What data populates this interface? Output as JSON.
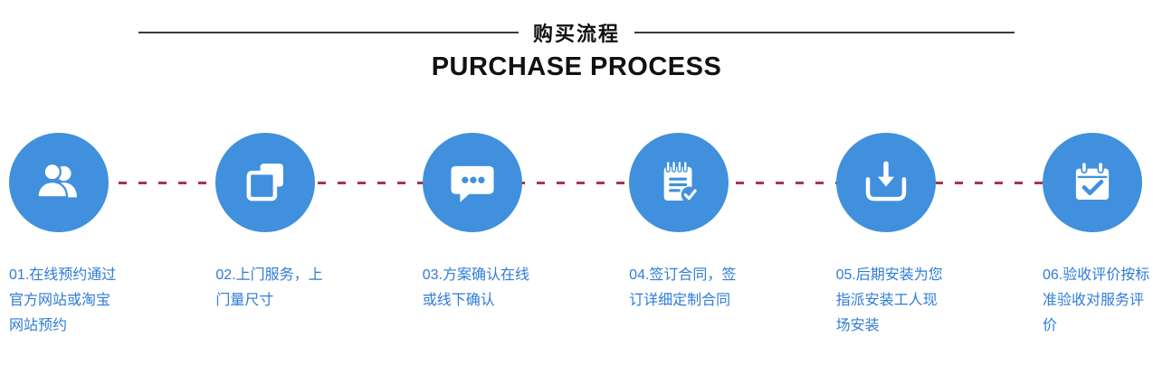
{
  "header": {
    "title_zh": "购买流程",
    "title_en": "PURCHASE PROCESS"
  },
  "colors": {
    "circle_blue": "#4090dd",
    "step_text_blue": "#2f7cd8",
    "connector_red": "#a8334a",
    "title_black": "#111111",
    "divider_gray": "#3a3a3a"
  },
  "steps": [
    {
      "icon": "users-icon",
      "text": "01.在线预约通过官方网站或淘宝网站预约"
    },
    {
      "icon": "photos-icon",
      "text": "02.上门服务，上门量尺寸"
    },
    {
      "icon": "chat-bubble-icon",
      "text": "03.方案确认在线或线下确认"
    },
    {
      "icon": "notepad-check-icon",
      "text": "04.签订合同，签订详细定制合同"
    },
    {
      "icon": "download-tray-icon",
      "text": "05.后期安装为您指派安装工人现场安装"
    },
    {
      "icon": "calendar-check-icon",
      "text": "06.验收评价按标准验收对服务评价"
    }
  ]
}
